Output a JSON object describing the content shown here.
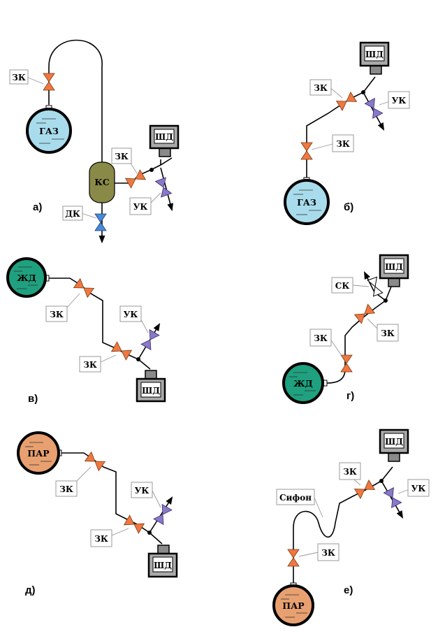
{
  "panels": {
    "a": {
      "letter": "а)",
      "vessel": "ГАЗ",
      "collector": "КС",
      "valve1": "ЗК",
      "valve2": "ЗК",
      "drain": "ДК",
      "check": "УК",
      "gauge": "ШД"
    },
    "b": {
      "letter": "б)",
      "vessel": "ГАЗ",
      "valve1": "ЗК",
      "valve2": "ЗК",
      "check": "УК",
      "gauge": "ШД"
    },
    "v": {
      "letter": "в)",
      "vessel": "ЖД",
      "valve1": "ЗК",
      "valve2": "ЗК",
      "check": "УК",
      "gauge": "ШД"
    },
    "g": {
      "letter": "г)",
      "vessel": "ЖД",
      "valve1": "ЗК",
      "valve2": "ЗК",
      "safety": "СК",
      "gauge": "ШД"
    },
    "d": {
      "letter": "д)",
      "vessel": "ПАР",
      "valve1": "ЗК",
      "valve2": "ЗК",
      "check": "УК",
      "gauge": "ШД"
    },
    "e": {
      "letter": "е)",
      "vessel": "ПАР",
      "valve1": "ЗК",
      "valve2": "ЗК",
      "siphon": "Сифон",
      "check": "УК",
      "gauge": "ШД"
    }
  },
  "colors": {
    "gas": "#a8dcec",
    "liquid": "#1fa07e",
    "steam": "#e8a070",
    "collector": "#8a8a48",
    "gate_valve": "#f07840",
    "check_valve": "#8a78c8",
    "drain_valve": "#4a8ad8",
    "gauge": "#a9a9a9"
  }
}
